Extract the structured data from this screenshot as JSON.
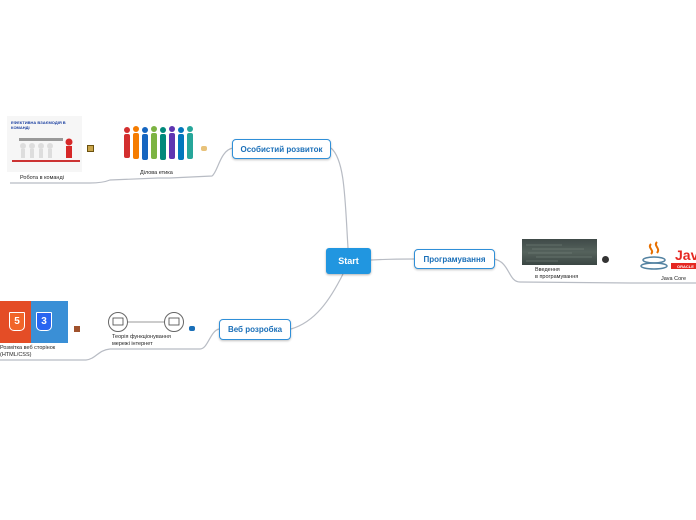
{
  "root": {
    "label": "Start"
  },
  "branches": {
    "personal": {
      "label": "Особистий розвиток"
    },
    "programming": {
      "label": "Програмування"
    },
    "web": {
      "label": "Веб розробка"
    }
  },
  "topics": {
    "teamwork": {
      "caption": "Робота в команді",
      "image_text": "ЕФЕКТИВНА ВЗАЄМОДІЯ В КОМАНДІ"
    },
    "ethics": {
      "caption": "Ділова етика"
    },
    "intro": {
      "caption_line1": "Введення",
      "caption_line2": "в програмування"
    },
    "java": {
      "caption": "Java Core",
      "logo_text": "Java",
      "oracle_text": "ORACLE"
    },
    "markup": {
      "caption_line1": "Розмітка веб сторінок",
      "caption_line2": "(HTML/CSS)",
      "html_badge": "5",
      "css_badge": "3"
    },
    "network": {
      "caption_line1": "Теорія функціонування",
      "caption_line2": "мережі інтернет"
    }
  },
  "colors": {
    "accent": "#2196e0",
    "node_border": "#2f8fd8",
    "edge": "#b8bcc4",
    "html_orange": "#e44d26",
    "css_blue": "#2965f1"
  }
}
